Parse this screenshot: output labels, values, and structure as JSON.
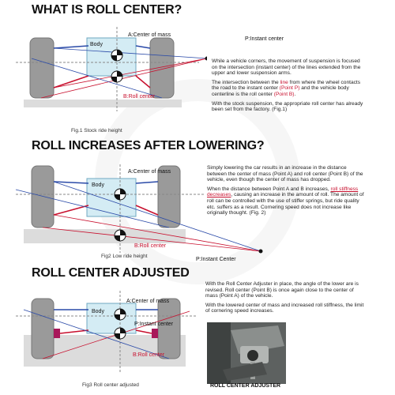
{
  "sections": [
    {
      "title": "WHAT IS ROLL CENTER?",
      "labels": {
        "body": "Body",
        "a": "A:Center of mass",
        "p": "P:Instant center",
        "b": "B:Roll center"
      },
      "caption": "Fig.1 Stock ride height",
      "paragraphs": [
        "While a vehicle corners, the movement of suspension is focused on the intersection (instant center) of the lines extended from the upper and lower suspension arms.",
        "With the stock suspension, the appropriate roll center has already been set from the factory. (Fig.1)"
      ],
      "para2": {
        "part1": "The intersection between the ",
        "hl1": "line",
        "part2": " from where the wheel contacts the road to the instant center ",
        "hl2": "(Point P)",
        "part3": " and the vehicle body centerline is the roll center ",
        "hl3": "(Point B)",
        "part4": "."
      }
    },
    {
      "title": "ROLL INCREASES AFTER LOWERING?",
      "labels": {
        "body": "Body",
        "a": "A:Center of mass",
        "p": "P:Instant Center",
        "b": "B:Roll center"
      },
      "caption": "Fig2 Low ride height",
      "paragraphs": [
        "Simply lowering the car results in an increase in the distance between the center of mass (Point A) and roll center (Point B) of the vehicle, even though the center of mass has dropped."
      ],
      "para2": {
        "part1": "When the distance between Point A and B increases, ",
        "hl1": "roll stiffness decreases",
        "part2": ", causing an increase in the amount of roll. The amount of roll can be controlled with the use of stiffer springs, but ride quality etc. suffers as a result. Cornering speed does not increase like originally thought. (Fig. 2)"
      }
    },
    {
      "title": "ROLL CENTER ADJUSTED",
      "labels": {
        "body": "Body",
        "a": "A:Center of mass",
        "p": "P:Instant center",
        "b": "B:Roll center"
      },
      "caption": "Fig3 Roll center adjusted",
      "paragraphs": [
        "With the Roll Center Adjuster in place, the angle of the lower are is revised. Roll center (Point B) is once again close to the center of mass (Point A) of the vehicle.",
        "With the lowered center of mass and increased roll stiffness, the limit of cornering speed increases."
      ],
      "photo_caption": "ROLL CENTER ADJUSTER"
    }
  ],
  "colors": {
    "line_red": "#c8102e",
    "line_blue": "#2a4aa8",
    "body_fill": "#d4ecf4",
    "wheel_fill": "#9a9a9a",
    "ground_fill": "#dcdcdc"
  }
}
